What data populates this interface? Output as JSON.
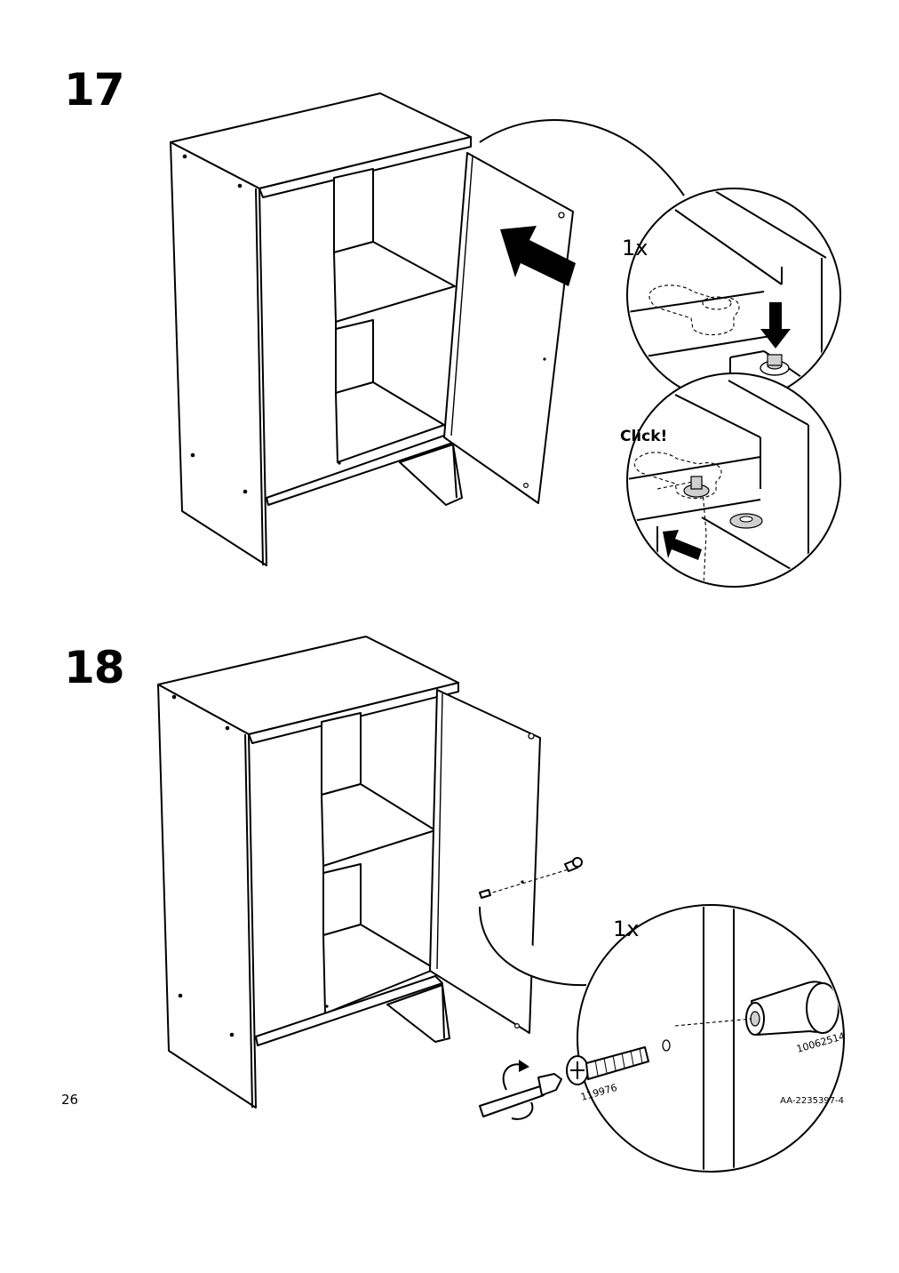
{
  "steps": [
    {
      "number": "17",
      "detail_top": {
        "quantity_label": "1x"
      },
      "detail_bottom": {
        "action_label": "Click!"
      }
    },
    {
      "number": "18",
      "detail": {
        "quantity_label": "1x",
        "screw_part_number": "119976",
        "knob_part_number": "10062514"
      }
    }
  ],
  "footer": {
    "page_number": "26",
    "document_code": "AA-2235397-4"
  },
  "colors": {
    "line": "#000000",
    "background": "#ffffff",
    "part_fill": "#d0d0d0"
  },
  "icons": [
    "push-arrow-icon",
    "down-arrow-icon",
    "slide-arrow-icon",
    "rotate-arrow-icon",
    "screwdriver-icon"
  ]
}
